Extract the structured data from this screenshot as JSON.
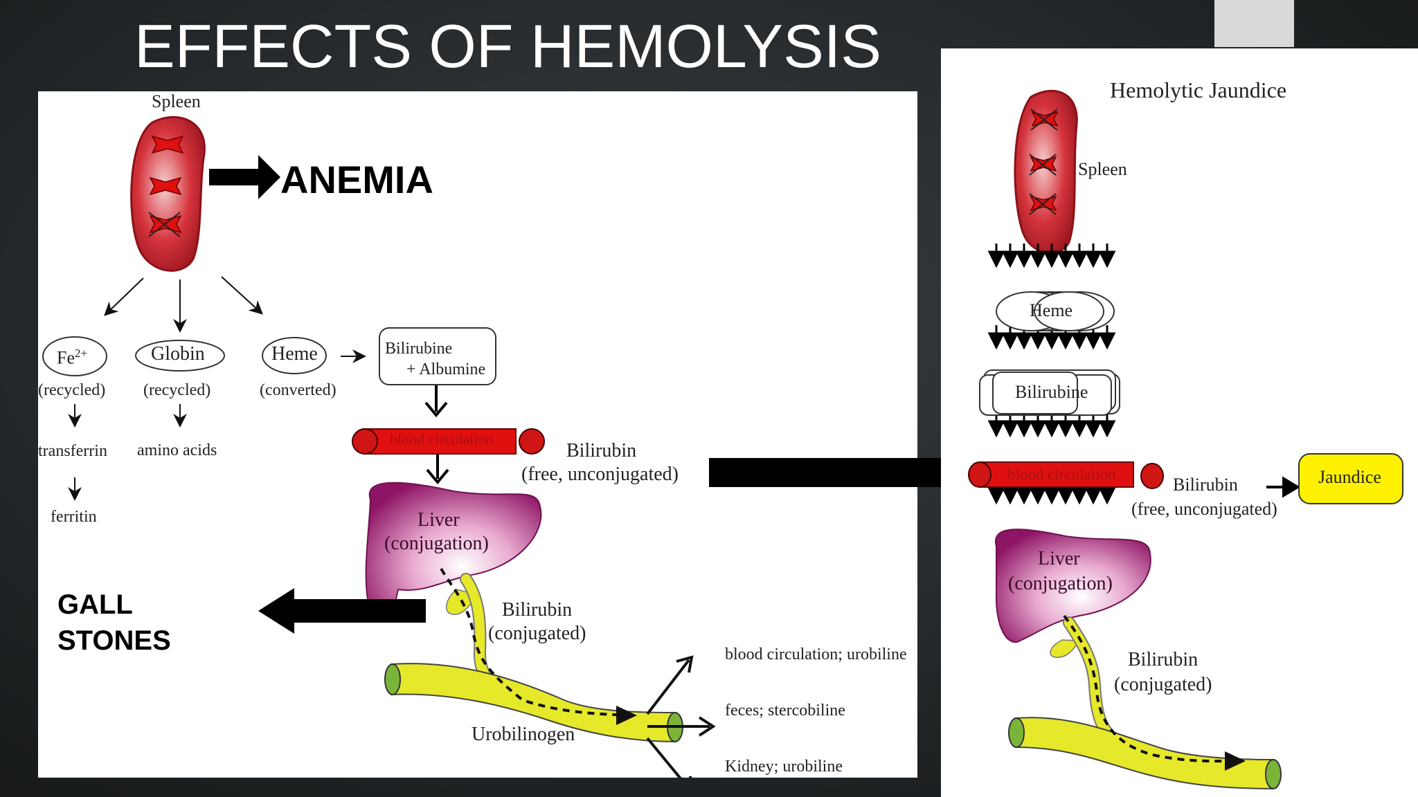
{
  "slide": {
    "title": "EFFECTS OF HEMOLYSIS"
  },
  "left_diagram": {
    "spleen_label": "Spleen",
    "anemia_label": "ANEMIA",
    "gallstones_line1": "GALL",
    "gallstones_line2": "STONES",
    "fe_label": "Fe",
    "fe_superscript": "2+",
    "fe_status": "(recycled)",
    "transferrin": "transferrin",
    "ferritin": "ferritin",
    "globin_label": "Globin",
    "globin_status": "(recycled)",
    "amino_acids": "amino acids",
    "heme_label": "Heme",
    "heme_status": "(converted)",
    "bilirubine_line1": "Bilirubine",
    "bilirubine_line2": "+ Albumine",
    "blood_circulation": "blood circulation",
    "bilirubin_free_line1": "Bilirubin",
    "bilirubin_free_line2": "(free, unconjugated)",
    "liver_line1": "Liver",
    "liver_line2": "(conjugation)",
    "bilirubin_conj_line1": "Bilirubin",
    "bilirubin_conj_line2": "(conjugated)",
    "urobilinogen": "Urobilinogen",
    "out_blood": "blood circulation; urobiline",
    "out_feces": "feces; stercobiline",
    "out_kidney": "Kidney; urobiline"
  },
  "right_diagram": {
    "title": "Hemolytic Jaundice",
    "spleen_label": "Spleen",
    "heme_label": "Heme",
    "bilirubine_label": "Bilirubine",
    "blood_circulation": "blood circulation",
    "bilirubin_free_line1": "Bilirubin",
    "bilirubin_free_line2": "(free, unconjugated)",
    "jaundice_label": "Jaundice",
    "liver_line1": "Liver",
    "liver_line2": "(conjugation)",
    "bilirubin_conj_line1": "Bilirubin",
    "bilirubin_conj_line2": "(conjugated)"
  },
  "colors": {
    "spleen_red": "#c41f2a",
    "vessel_red": "#e01010",
    "liver_purple": "#9c1e6e",
    "bile_yellow": "#e6e82a",
    "intestine_green": "#7ab53a",
    "jaundice_yellow": "#fff200"
  }
}
